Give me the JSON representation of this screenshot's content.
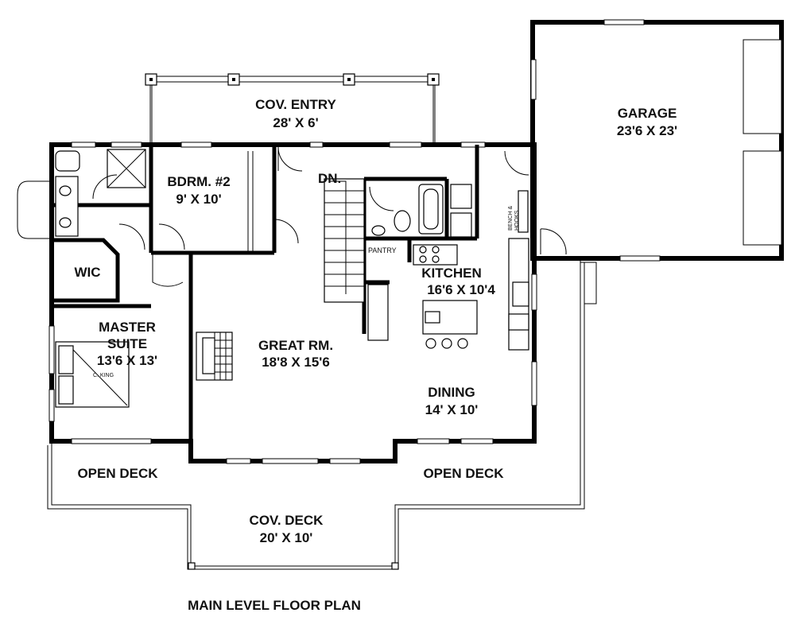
{
  "rooms": {
    "cov_entry": {
      "name": "COV. ENTRY",
      "size": "28' X 6'"
    },
    "garage": {
      "name": "GARAGE",
      "size": "23'6 X 23'"
    },
    "bedroom2": {
      "name": "BDRM. #2",
      "size": "9' X 10'"
    },
    "wic": {
      "name": "WIC"
    },
    "master": {
      "name1": "MASTER",
      "name2": "SUITE",
      "size": "13'6 X 13'"
    },
    "bed_label": "C. KING",
    "great_room": {
      "name": "GREAT RM.",
      "size": "18'8 X 15'6"
    },
    "kitchen": {
      "name": "KITCHEN",
      "size": "16'6 X 10'4"
    },
    "pantry": "PANTRY",
    "dining": {
      "name": "DINING",
      "size": "14' X 10'"
    },
    "stairs": "DN.",
    "bench": {
      "line1": "BENCH &",
      "line2": "HOOKS"
    },
    "open_deck_left": "OPEN DECK",
    "open_deck_right": "OPEN DECK",
    "cov_deck": {
      "name": "COV. DECK",
      "size": "20' X 10'"
    }
  },
  "caption": "MAIN LEVEL FLOOR PLAN"
}
